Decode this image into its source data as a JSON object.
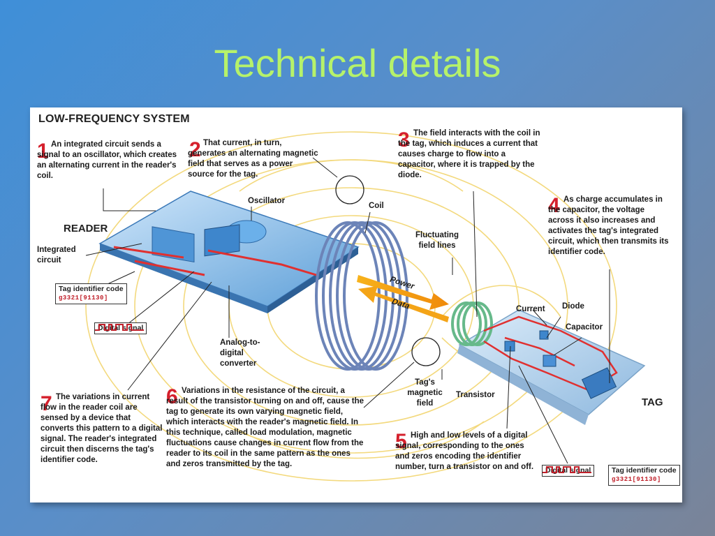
{
  "slide": {
    "title": "Technical details"
  },
  "diagram": {
    "system_title": "LOW-FREQUENCY SYSTEM",
    "reader_label": "READER",
    "tag_label": "TAG",
    "steps": [
      {
        "num": "1",
        "text": "An integrated circuit sends a signal to an oscillator, which creates an alternating current in the reader's coil."
      },
      {
        "num": "2",
        "text": "That current, in turn, generates an alternating magnetic field that serves as a power source for the tag."
      },
      {
        "num": "3",
        "text": "The field interacts with the coil in the tag, which induces a current that causes charge to flow into a capacitor, where it is trapped by the diode."
      },
      {
        "num": "4",
        "text": "As charge accumulates in the capacitor, the voltage across it also increases and activates the tag's integrated circuit, which then transmits its identifier code."
      },
      {
        "num": "5",
        "text": "High and low levels of a digital signal, corresponding to the ones and zeros encoding the identifier number, turn a transistor on and off."
      },
      {
        "num": "6",
        "text": "Variations in the resistance of the circuit, a result of the transistor turning on and off, cause the tag to generate its own varying magnetic field, which interacts with the reader's magnetic field. In this technique, called load modulation, magnetic fluctuations cause changes in current flow from the reader to its coil in the same pattern as the ones and zeros transmitted by the tag."
      },
      {
        "num": "7",
        "text": "The variations in current flow in the reader coil are sensed by a device that converts this pattern to a digital signal. The reader's integrated circuit then discerns the tag's identifier code."
      }
    ],
    "labels": {
      "oscillator": "Oscillator",
      "coil": "Coil",
      "fluctuating_field_lines": "Fluctuating field lines",
      "integrated_circuit": "Integrated circuit",
      "analog_to_digital": "Analog-to-digital converter",
      "power": "Power",
      "data": "Data",
      "current": "Current",
      "diode": "Diode",
      "capacitor": "Capacitor",
      "tags_magnetic_field": "Tag's magnetic field",
      "transistor": "Transistor",
      "tag_identifier_code": "Tag identifier code",
      "digital_signal": "Digital signal",
      "code_value": "g3321[91130]"
    }
  }
}
